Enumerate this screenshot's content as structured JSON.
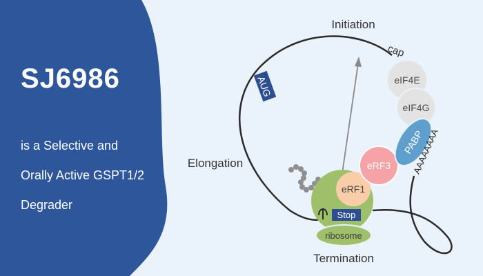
{
  "left_panel": {
    "title": "SJ6986",
    "subtitle_lines": [
      "is a Selective and",
      "Orally Active GSPT1/2",
      "Degrader"
    ]
  },
  "diagram": {
    "stage_labels": {
      "initiation": "Initiation",
      "elongation": "Elongation",
      "termination": "Termination"
    },
    "cap_label": "cap",
    "start_codon": "AUG",
    "stop_codon": "Stop",
    "ribosome_label": "ribosome",
    "factors": {
      "eif4e": "eIF4E",
      "eif4g": "eIF4G",
      "pabp": "PABP",
      "erf3": "eRF3",
      "erf1": "eRF1"
    },
    "poly_a": "AAAAAAAA"
  },
  "colors": {
    "panel_blue": "#2e569b",
    "background": "#eaf2fb",
    "grey_factor": "#e3e3e3",
    "pabp_blue": "#5f9fce",
    "erf3_pink": "#f5a3a6",
    "erf1_peach": "#f9cda8",
    "ribosome_green": "#9fbf6a",
    "codon_box": "#2d4f92"
  }
}
